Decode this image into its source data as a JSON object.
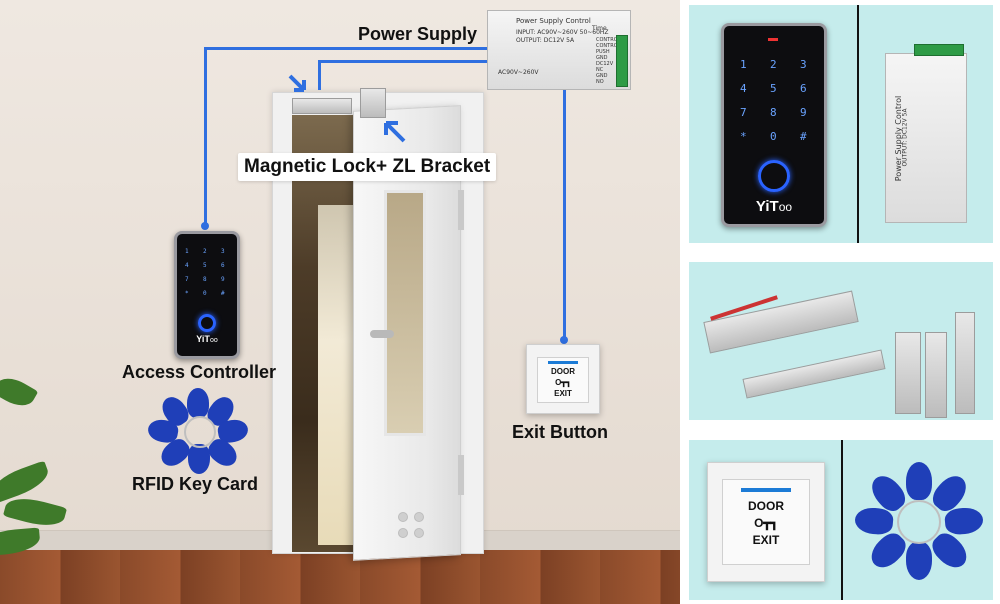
{
  "labels": {
    "power_supply": "Power Supply",
    "magnetic_lock": "Magnetic Lock+ ZL Bracket",
    "access_controller": "Access Controller",
    "rfid_key_card": "RFID Key Card",
    "exit_button": "Exit Button"
  },
  "keypad": {
    "brand": "YiT",
    "brand_suffix": "oo",
    "keys": [
      "1",
      "2",
      "3",
      "4",
      "5",
      "6",
      "7",
      "8",
      "9",
      "*",
      "0",
      "#"
    ]
  },
  "power_supply_box": {
    "title": "Power Supply Control",
    "brand": "Time",
    "input": "INPUT: AC90V~260V 50~60HZ",
    "output": "OUTPUT: DC12V 5A",
    "ac": "AC90V~260V",
    "terminals": [
      "CONTROL",
      "CONTROL",
      "PUSH",
      "GND",
      "DC12V",
      "NC",
      "GND",
      "NO"
    ]
  },
  "exit_plate": {
    "line1": "DOOR",
    "key_glyph": "O┳┓",
    "line2": "EXIT"
  },
  "colors": {
    "wire": "#2f6fe0",
    "panel_bg": "#c5ecec",
    "rfid_blue": "#1f3fb8",
    "keypad_accent": "#2a63ff"
  }
}
